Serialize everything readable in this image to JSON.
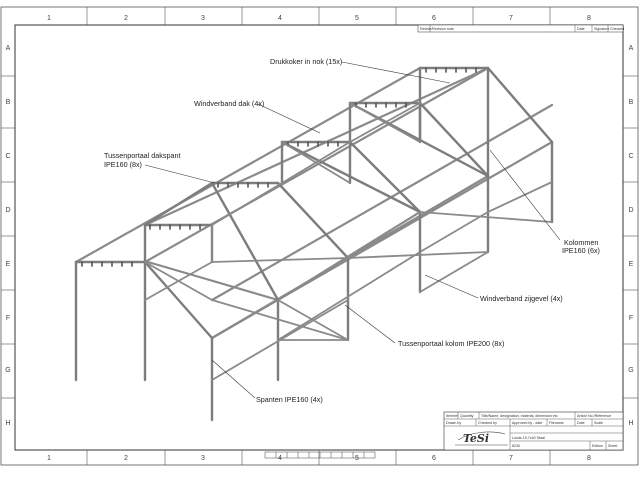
{
  "sheet": {
    "columns": [
      "1",
      "2",
      "3",
      "4",
      "5",
      "6",
      "7",
      "8"
    ],
    "rows": [
      "A",
      "B",
      "C",
      "D",
      "E",
      "F",
      "G",
      "H"
    ]
  },
  "callouts": {
    "drukkoker": "Drukkoker in nok (15x)",
    "windverband_dak": "Windverband dak (4x)",
    "tussenportaal_dakspant_1": "Tussenportaal dakspant",
    "tussenportaal_dakspant_2": "IPE160 (8x)",
    "kolommen_1": "Kolommen",
    "kolommen_2": "IPE160 (6x)",
    "windverband_zijgevel": "Windverband zijgevel (4x)",
    "tussenportaal_kolom": "Tussenportaal kolom IPE200 (8x)",
    "spanten": "Spanten IPE160 (4x)"
  },
  "revision_block": {
    "col1": "Revisie",
    "col2": "Revision note",
    "col3": "Date",
    "col4": "Signature",
    "col5": "Checked"
  },
  "title_block": {
    "item": "Item/ref",
    "quantity": "Quantity",
    "title_name": "Title/Name, designation, material, dimension etc",
    "article": "Article No./Reference",
    "drawn_by": "Drawn by",
    "checked_by": "Checked by",
    "approved_by": "Approved by - date",
    "filename": "Filename",
    "date": "Date",
    "scale": "Scale",
    "logo": "TeSi",
    "project": "Loods 15,7x40 Staal",
    "drawing_no": "8230",
    "edition": "Edition",
    "sheet": "Sheet"
  }
}
